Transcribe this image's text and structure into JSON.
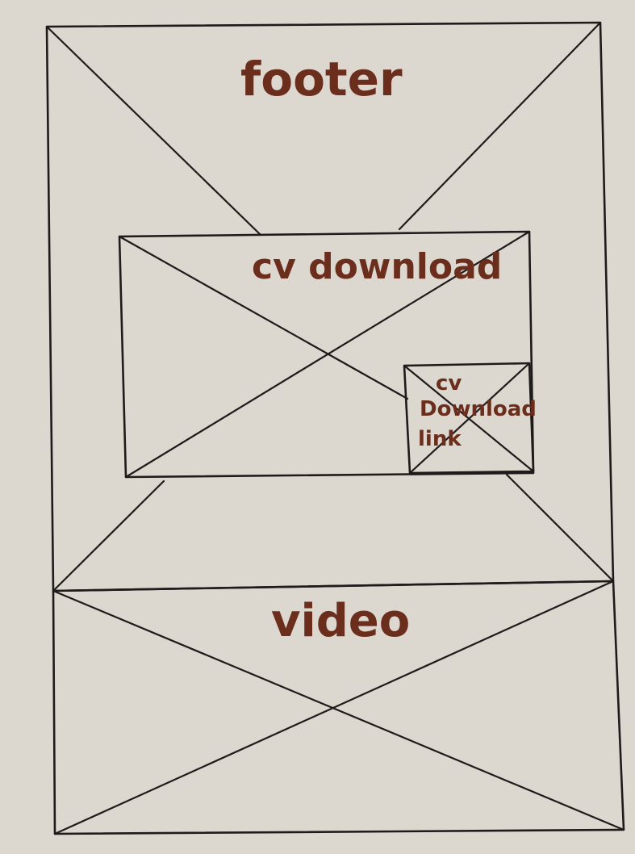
{
  "sections": {
    "footer": {
      "label": "footer"
    },
    "cv_download": {
      "label": "cv download"
    },
    "cv_download_link": {
      "label_lines": [
        "cv",
        "Download",
        "link"
      ]
    },
    "video": {
      "label": "video"
    }
  },
  "colors": {
    "paper": "#dcd7cf",
    "pen": "#1f1b1b",
    "marker": "#6b2e1d"
  }
}
